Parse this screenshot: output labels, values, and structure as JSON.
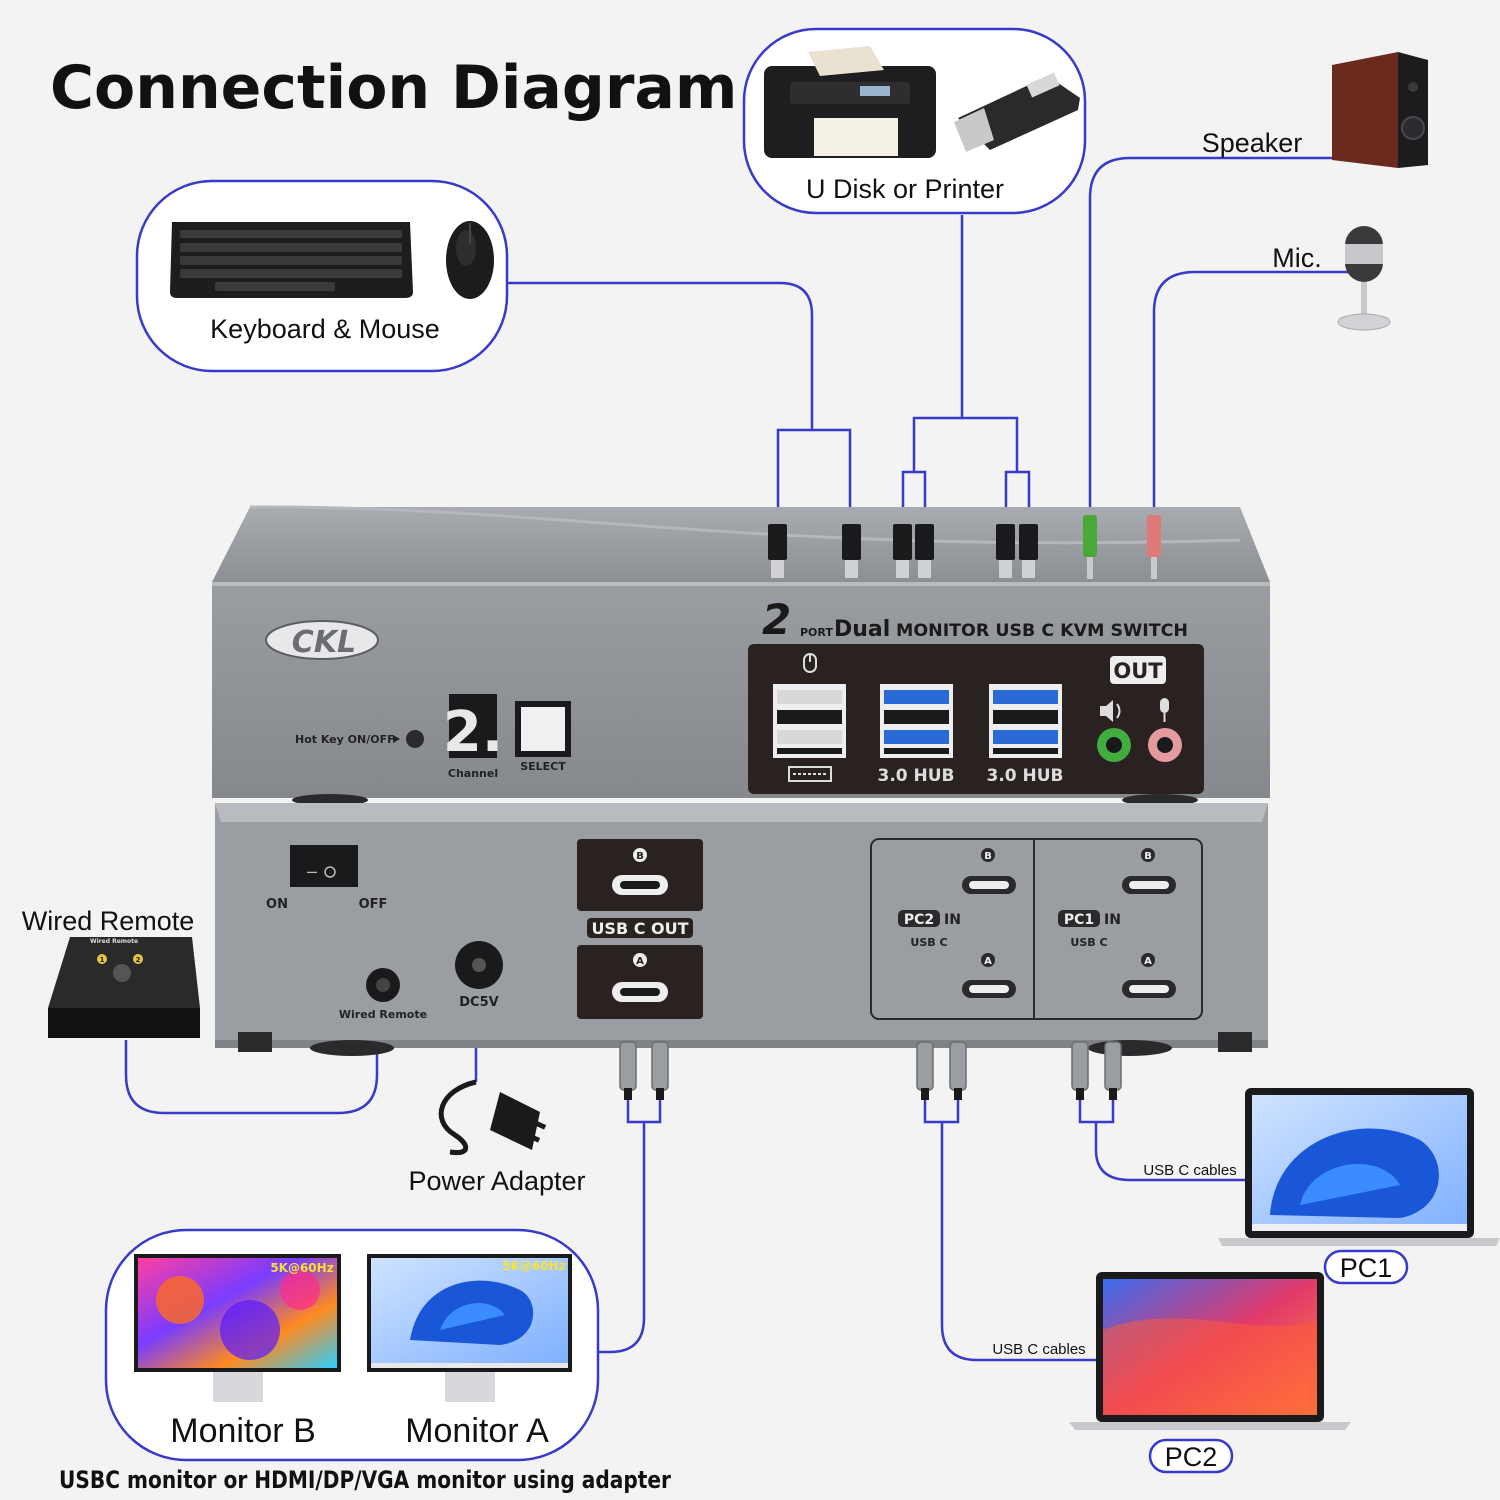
{
  "title": "Connection Diagram",
  "labels": {
    "keyboard_mouse": "Keyboard & Mouse",
    "udisk_printer": "U Disk or Printer",
    "speaker": "Speaker",
    "mic": "Mic.",
    "wired_remote": "Wired Remote",
    "power_adapter": "Power Adapter",
    "monitor_b": "Monitor B",
    "monitor_a": "Monitor A",
    "monitor_note": "USBC monitor or HDMI/DP/VGA monitor using adapter",
    "usb_c_cables_pc1": "USB C cables",
    "usb_c_cables_pc2": "USB C cables",
    "pc1": "PC1",
    "pc2": "PC2"
  },
  "device": {
    "brand": "CKL",
    "port_count": "2",
    "port_word": "PORT",
    "model_dual": "Dual",
    "model_rest": "MONITOR USB C KVM SWITCH",
    "hot_key": "Hot Key ON/OFF",
    "channel_digit": "2.",
    "channel_label": "Channel",
    "select_label": "SELECT",
    "out_label": "OUT",
    "hub1_label": "3.0 HUB",
    "hub2_label": "3.0 HUB",
    "power_on": "ON",
    "power_off": "OFF",
    "remote_jack": "Wired Remote",
    "dc_label": "DC5V",
    "port_b": "B",
    "port_a": "A",
    "usb_c_out": "USB C OUT",
    "pc2_in": "PC2",
    "pc1_in": "PC1",
    "in_word": "IN",
    "usb_c": "USB C"
  },
  "remote": {
    "header": "Wired Remote",
    "btn1": "1",
    "btn2": "2"
  },
  "monitor_res": {
    "b": "5K@60Hz",
    "a": "5K@60Hz"
  },
  "colors": {
    "wire": "#3a3ac8",
    "device": "#8a8d91",
    "panel": "#2a2221"
  }
}
